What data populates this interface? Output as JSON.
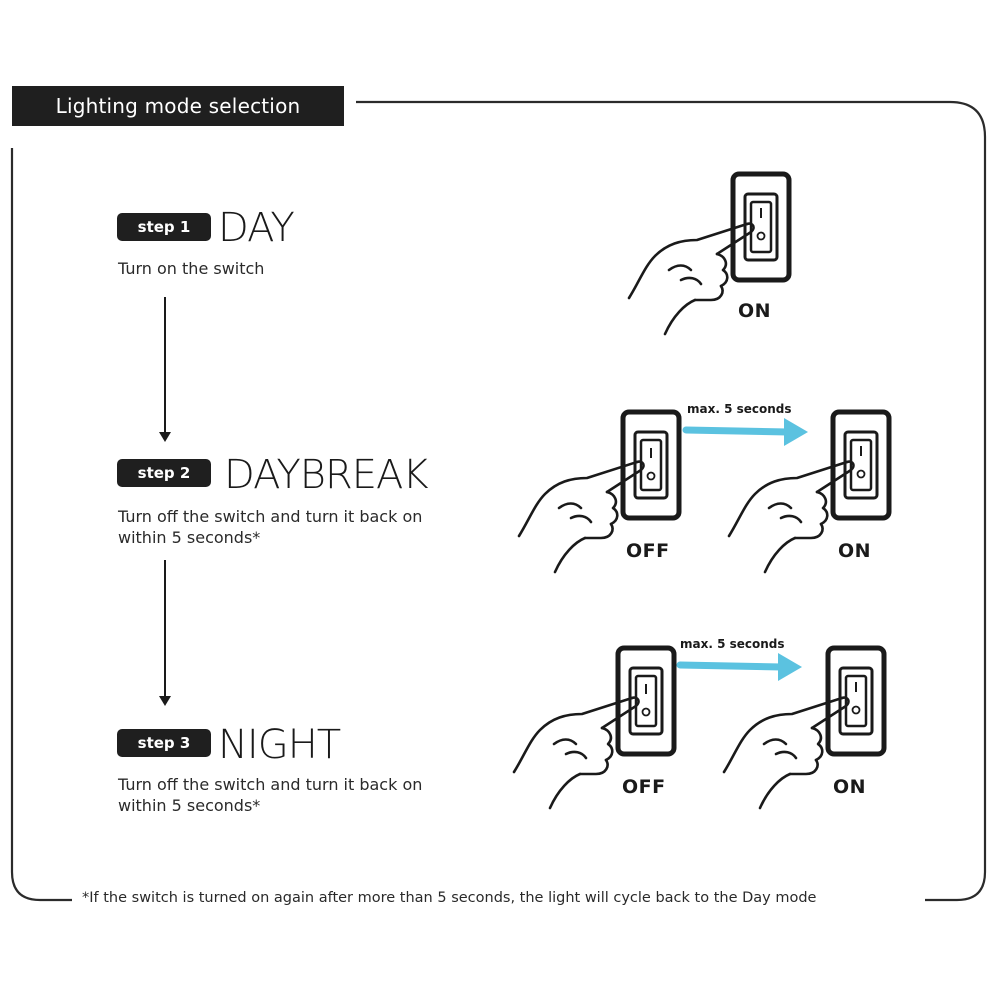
{
  "title": "Lighting mode selection",
  "steps": [
    {
      "badge": "step 1",
      "mode": "DAY",
      "description": "Turn on the switch"
    },
    {
      "badge": "step 2",
      "mode": "DAYBREAK",
      "description_line1": "Turn off the switch and turn it back on",
      "description_line2": "within 5 seconds*"
    },
    {
      "badge": "step 3",
      "mode": "NIGHT",
      "description_line1": "Turn off the switch and turn it back on",
      "description_line2": "within 5 seconds*"
    }
  ],
  "switch_states": {
    "on": "ON",
    "off": "OFF"
  },
  "timing_label": "max. 5 seconds",
  "footnote": "*If the switch is turned on again after more than 5 seconds, the light will cycle back to the Day mode",
  "icons": [
    "light-switch-icon",
    "pointing-hand-icon",
    "right-arrow-icon",
    "down-arrow-icon"
  ],
  "colors": {
    "accent_arrow": "#5bc2e0",
    "dark": "#1f1f1f",
    "background": "#ffffff"
  }
}
